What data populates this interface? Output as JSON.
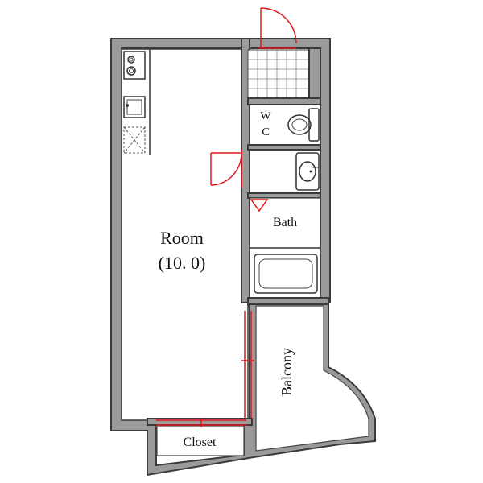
{
  "rooms": {
    "room_name": "Room",
    "room_size": "(10. 0)",
    "wc_line1": "W",
    "wc_line2": "C",
    "bath": "Bath",
    "balcony": "Balcony",
    "closet": "Closet"
  },
  "colors": {
    "wall": "#9a9a9a",
    "wall_outline": "#3a3a3a",
    "door": "#e01818",
    "floor": "#ffffff"
  }
}
